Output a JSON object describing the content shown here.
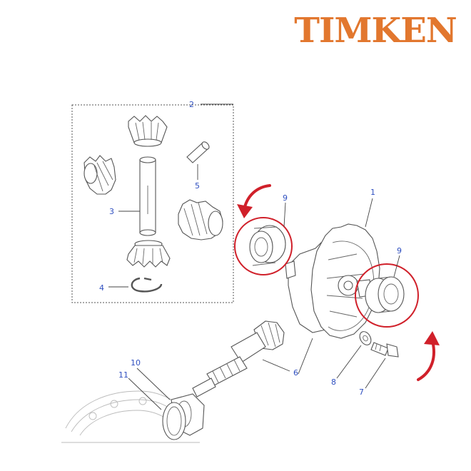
{
  "logo": {
    "text": "TIMKEN",
    "color": "#e2772e"
  },
  "callouts": {
    "c1": "1",
    "c2": "2",
    "c3": "3",
    "c4": "4",
    "c5": "5",
    "c6": "6",
    "c7": "7",
    "c8": "8",
    "c9a": "9",
    "c9b": "9",
    "c10": "10",
    "c11": "11"
  },
  "colors": {
    "callout": "#3050c0",
    "highlight": "#d0202a"
  },
  "parts": [
    "differential-case",
    "pinion-gear-set",
    "cross-shaft",
    "circlip",
    "roll-pin",
    "pinion-shaft",
    "bolt",
    "washer",
    "tapered-roller-bearing",
    "bearing-cone",
    "bearing-cup"
  ]
}
